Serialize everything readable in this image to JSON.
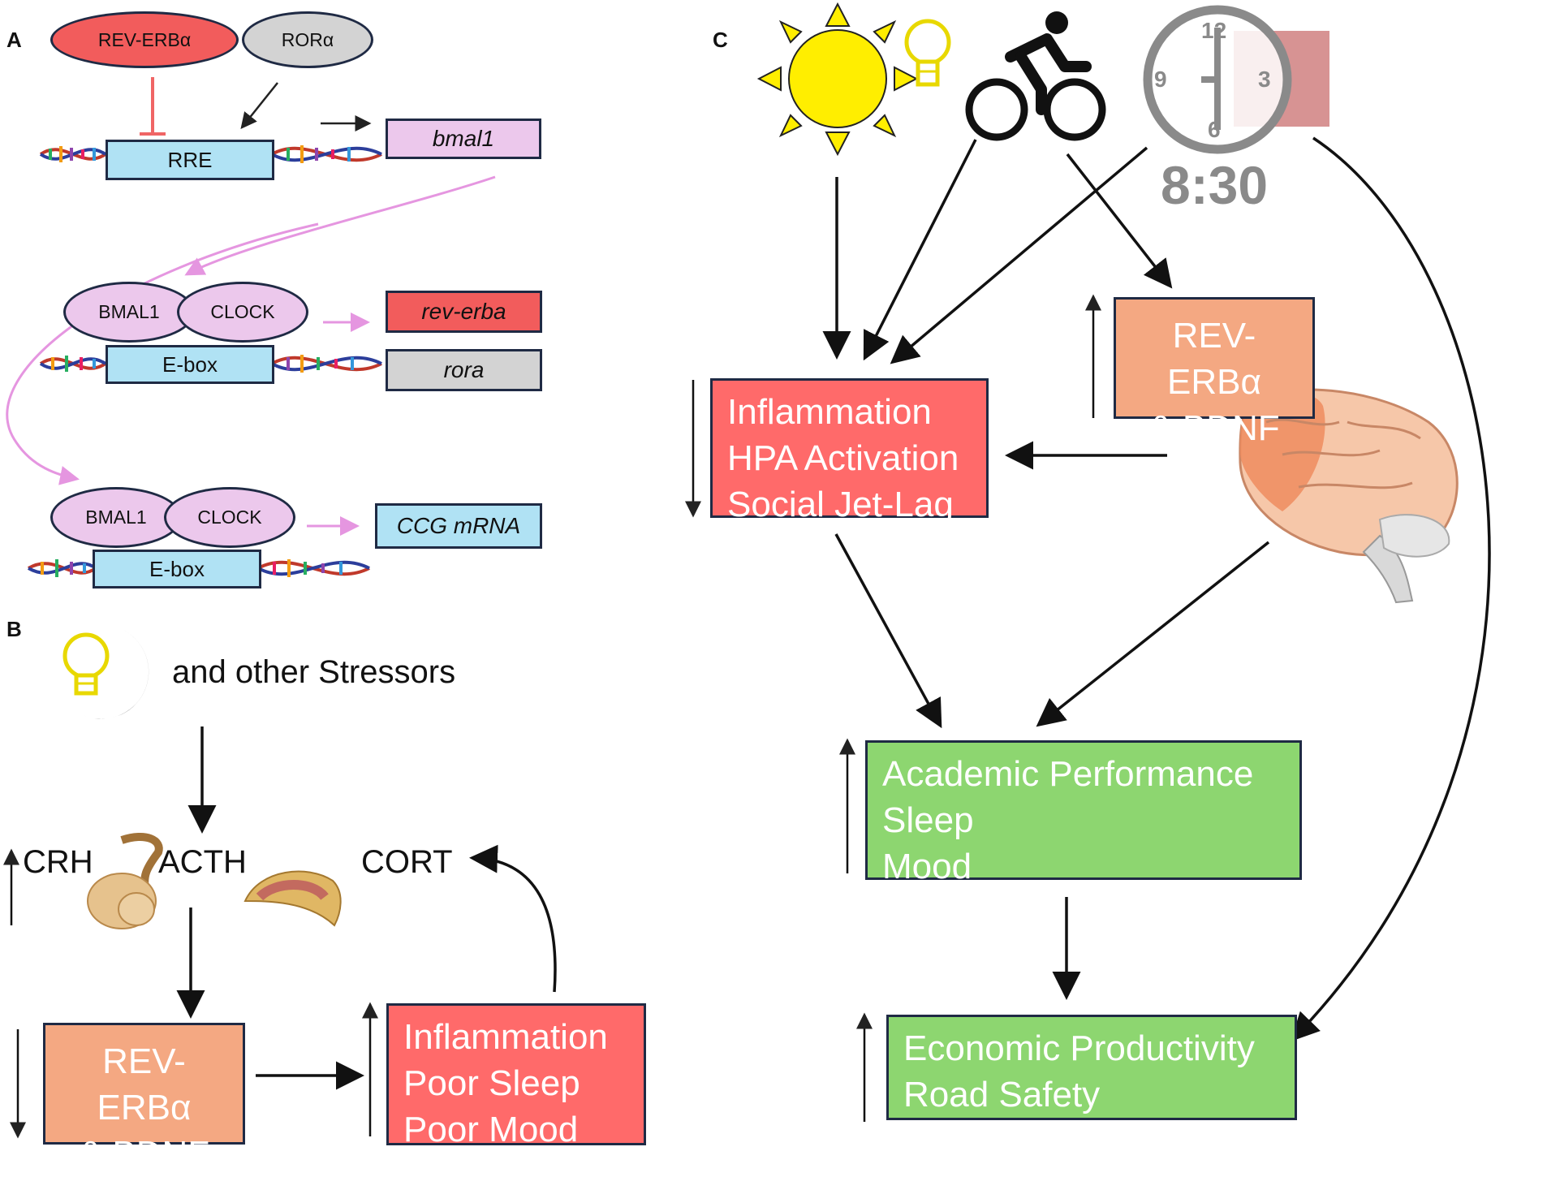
{
  "panels": {
    "a": "A",
    "b": "B",
    "c": "C"
  },
  "panel_a": {
    "rev_erba": "REV-ERBα",
    "rora": "RORα",
    "rre": "RRE",
    "bmal1_gene": "bmal1",
    "bmal1_protein": "BMAL1",
    "clock_protein": "CLOCK",
    "ebox": "E-box",
    "rev_erba_gene": "rev-erba",
    "rora_gene": "rora",
    "ccg_mrna": "CCG mRNA"
  },
  "panel_b": {
    "stressors": "and other Stressors",
    "crh": "CRH",
    "acth": "ACTH",
    "cort": "CORT",
    "rev_bdnf": [
      "REV-ERBα",
      "& BDNF"
    ],
    "outcomes": [
      "Inflammation",
      "Poor Sleep",
      "Poor Mood"
    ]
  },
  "panel_c": {
    "clock_time": "8:30",
    "clock_numbers": [
      "12",
      "3",
      "6",
      "9"
    ],
    "rev_bdnf": [
      "REV-ERBα",
      "& BDNF"
    ],
    "inflammation": [
      "Inflammation",
      "HPA Activation",
      "Social Jet-Lag"
    ],
    "academic": [
      "Academic Performance",
      "Sleep",
      "Mood"
    ],
    "economic": [
      "Economic Productivity",
      "Road Safety"
    ]
  },
  "colors": {
    "rev_red": "#f25c5c",
    "inflammation_red": "#ff6a6a",
    "orange": "#f4a882",
    "green": "#8dd670",
    "pink": "#ecc8ec",
    "light_blue": "#b0e2f4",
    "gray": "#d3d3d3",
    "sun_yellow": "#ffee00",
    "pink_arrow": "#e596e0"
  },
  "icons": [
    "sun-icon",
    "lightbulb-icon",
    "cyclist-icon",
    "alarm-clock-icon",
    "brain-icon",
    "moon-icon",
    "pituitary-icon",
    "adrenal-icon",
    "dna-helix-icon"
  ]
}
